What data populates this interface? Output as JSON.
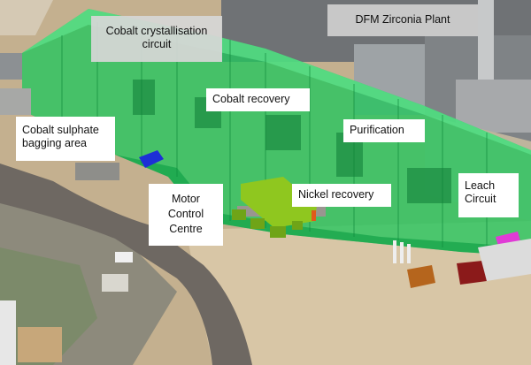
{
  "labels": {
    "plant": "DFM Zirconia Plant",
    "crystallisation": "Cobalt crystallisation circuit",
    "cobalt_recovery": "Cobalt recovery",
    "bagging": "Cobalt sulphate bagging area",
    "purification": "Purification",
    "motor_control": "Motor Control Centre",
    "nickel_recovery": "Nickel recovery",
    "leach": "Leach Circuit"
  },
  "colors": {
    "enclosure": "#22c55e",
    "ground": "#c9b696",
    "road": "#6b6660",
    "bagging_equipment": "#1d2fd6",
    "nickel_equipment": "#8fc71f",
    "leach_equipment": "#e03bd6",
    "tank_red": "#8b1a1a",
    "tank_orange": "#b5651d"
  }
}
